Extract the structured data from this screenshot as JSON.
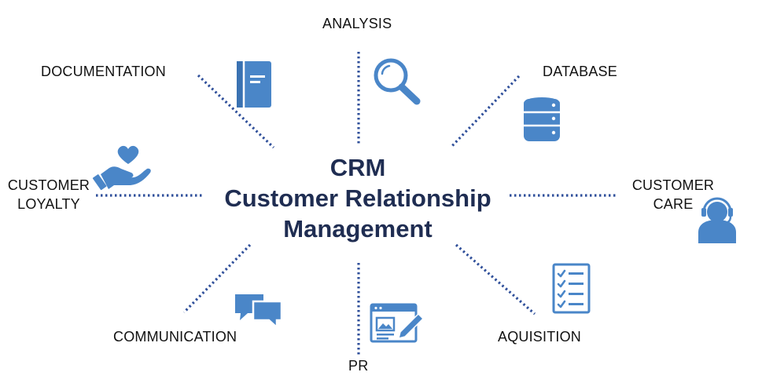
{
  "center": {
    "line1": "CRM",
    "line2": "Customer Relationship",
    "line3": "Management"
  },
  "nodes": {
    "analysis": {
      "label": "ANALYSIS",
      "icon": "magnifier-icon"
    },
    "documentation": {
      "label": "DOCUMENTATION",
      "icon": "notebook-icon"
    },
    "database": {
      "label": "DATABASE",
      "icon": "database-icon"
    },
    "customer_loyalty": {
      "label_line1": "CUSTOMER",
      "label_line2": "LOYALTY",
      "icon": "heart-in-hand-icon"
    },
    "customer_care": {
      "label_line1": "CUSTOMER",
      "label_line2": "CARE",
      "icon": "headset-agent-icon"
    },
    "communication": {
      "label": "COMMUNICATION",
      "icon": "chat-bubbles-icon"
    },
    "pr": {
      "label": "PR",
      "icon": "web-page-edit-icon"
    },
    "aquisition": {
      "label": "AQUISITION",
      "icon": "checklist-icon"
    }
  },
  "colors": {
    "icon": "#4a86c8",
    "dots": "#2f4f9a",
    "title": "#1f2d52",
    "label": "#111111"
  }
}
